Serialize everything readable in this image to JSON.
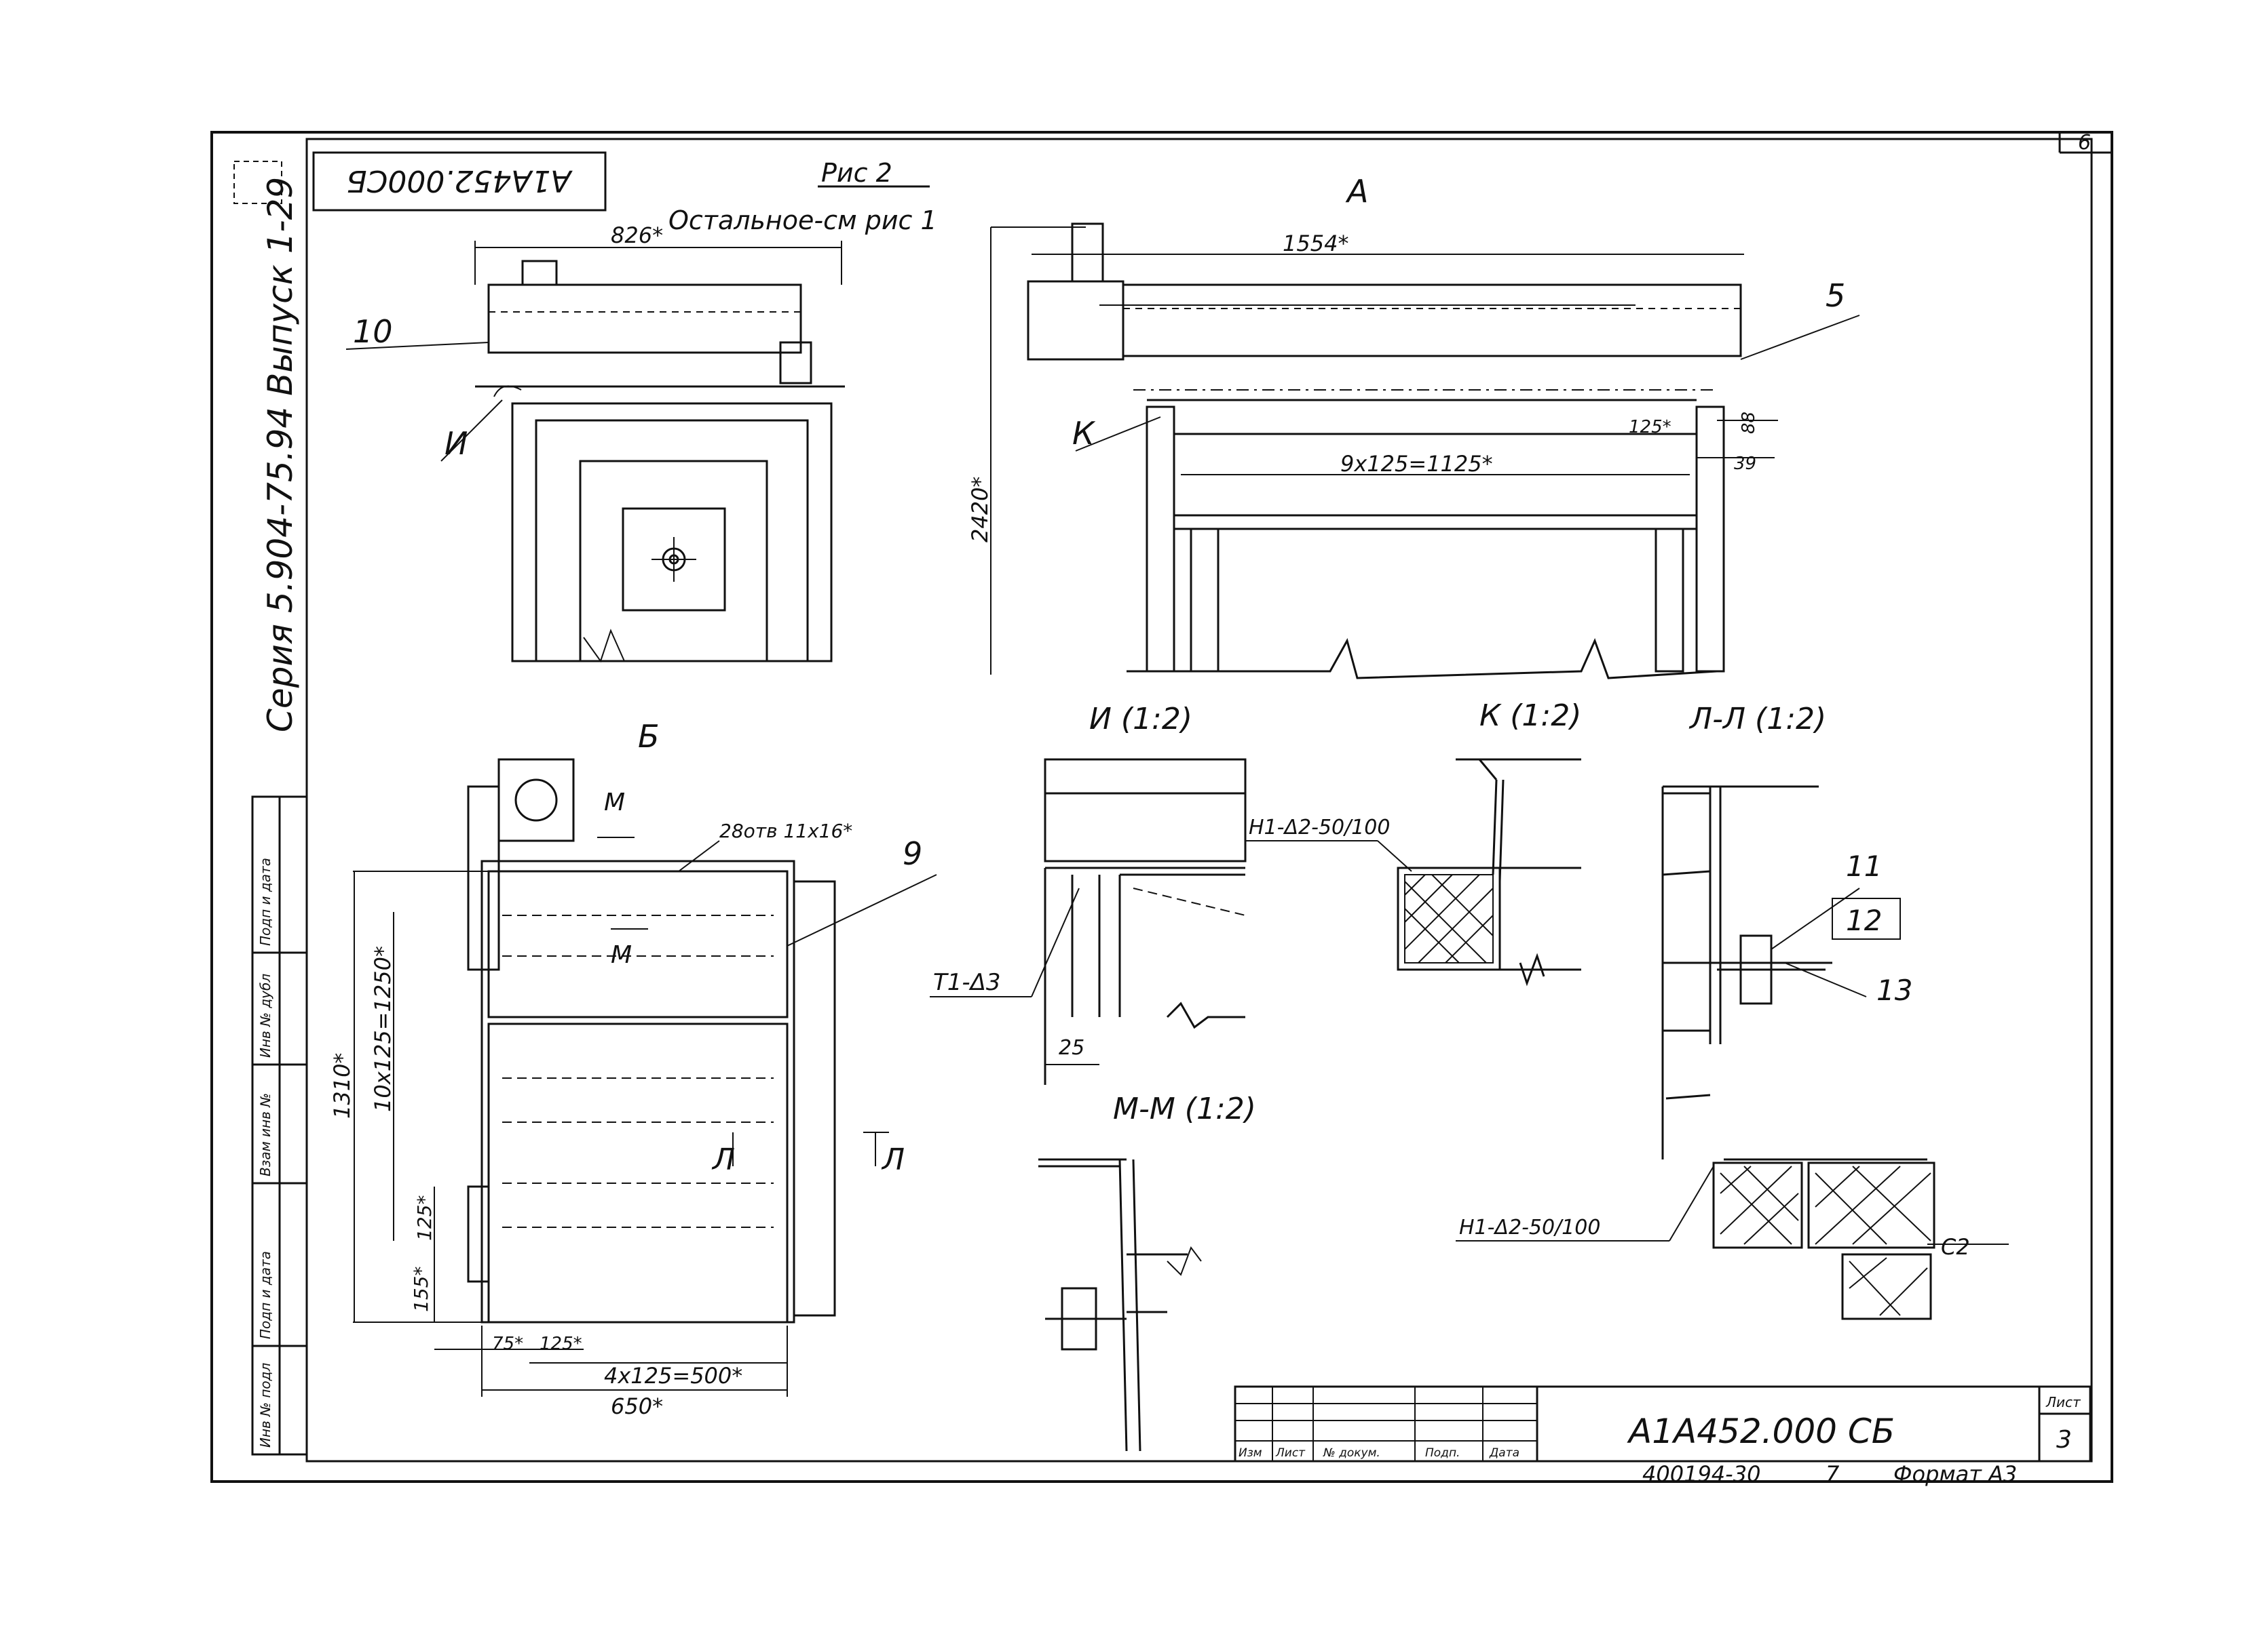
{
  "figure": {
    "caption": "Рис 2",
    "note": "Остальное-см рис 1"
  },
  "stamp_top": "А1А452.000СБ",
  "series": "Серия 5.904-75.94 Выпуск 1-29",
  "views": {
    "fig2": {
      "dim_width": "826*"
    },
    "A": {
      "title": "А",
      "dim_length": "1554*",
      "dim_height": "2420*",
      "dim_pitch": "9x125=1125*",
      "dim_step": "125*",
      "dim_88": "88",
      "dim_39": "39"
    },
    "B": {
      "title": "Б",
      "dim_total_h": "1310*",
      "dim_pitch_v": "10x125=1250*",
      "dim_125": "125*",
      "dim_155": "155*",
      "dim_75": "75*",
      "dim_125b": "125*",
      "dim_pitch_h": "4x125=500*",
      "dim_650": "650*",
      "holes": "28отв 11x16*"
    },
    "I": {
      "title": "И (1:2)",
      "weld": "Т1-Δ3",
      "dim": "25"
    },
    "K": {
      "title": "К (1:2)",
      "weld": "Н1-Δ2-50/100"
    },
    "LL": {
      "title": "Л-Л (1:2)",
      "weld": "Н1-Δ2-50/100",
      "c2": "С2"
    },
    "MM": {
      "title": "М-М (1:2)"
    }
  },
  "callouts": {
    "p10": "10",
    "pI": "И",
    "pK": "К",
    "p5": "5",
    "p9": "9",
    "p11": "11",
    "p12": "12",
    "p13": "13",
    "pM1": "М",
    "pM2": "М",
    "pL1": "Л",
    "pL2": "Л"
  },
  "sheet_no": "6",
  "side_table": [
    "Инв № подл",
    "Подп и дата",
    "Взам инв №",
    "Инв № дубл",
    "Подп и дата"
  ],
  "title_block": {
    "designation": "А1А452.000 СБ",
    "sheet_label": "Лист",
    "sheet_value": "3",
    "headers": [
      "Изм",
      "Лист",
      "№ докум.",
      "Подп.",
      "Дата"
    ]
  },
  "footer": {
    "archive": "400194-30",
    "copy": "7",
    "format": "Формат А3"
  }
}
